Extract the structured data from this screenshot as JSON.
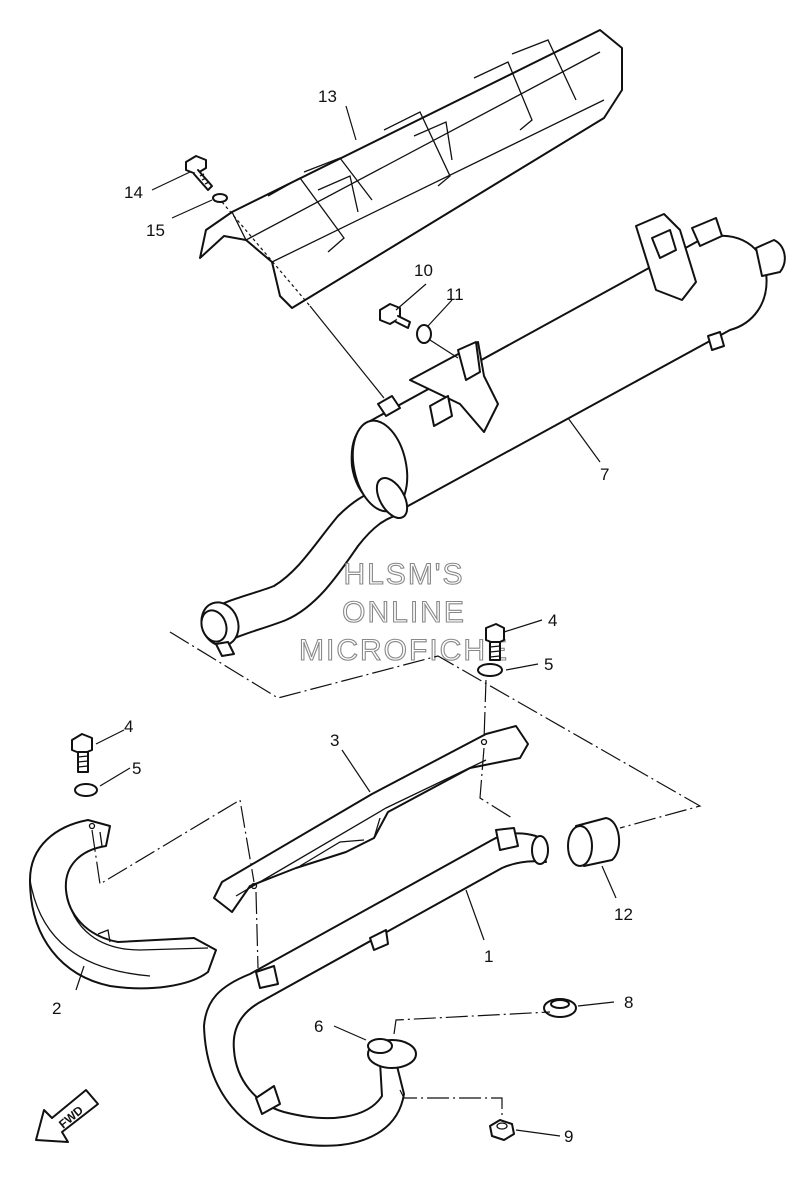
{
  "watermark": {
    "line1": "HLSM'S",
    "line2": "ONLINE",
    "line3": "MICROFICHE"
  },
  "fwd_label": "FWD",
  "callouts": {
    "c1": "1",
    "c2": "2",
    "c3": "3",
    "c4a": "4",
    "c4b": "4",
    "c5a": "5",
    "c5b": "5",
    "c6": "6",
    "c7": "7",
    "c8": "8",
    "c9": "9",
    "c10": "10",
    "c11": "11",
    "c12": "12",
    "c13": "13",
    "c14": "14",
    "c15": "15"
  }
}
